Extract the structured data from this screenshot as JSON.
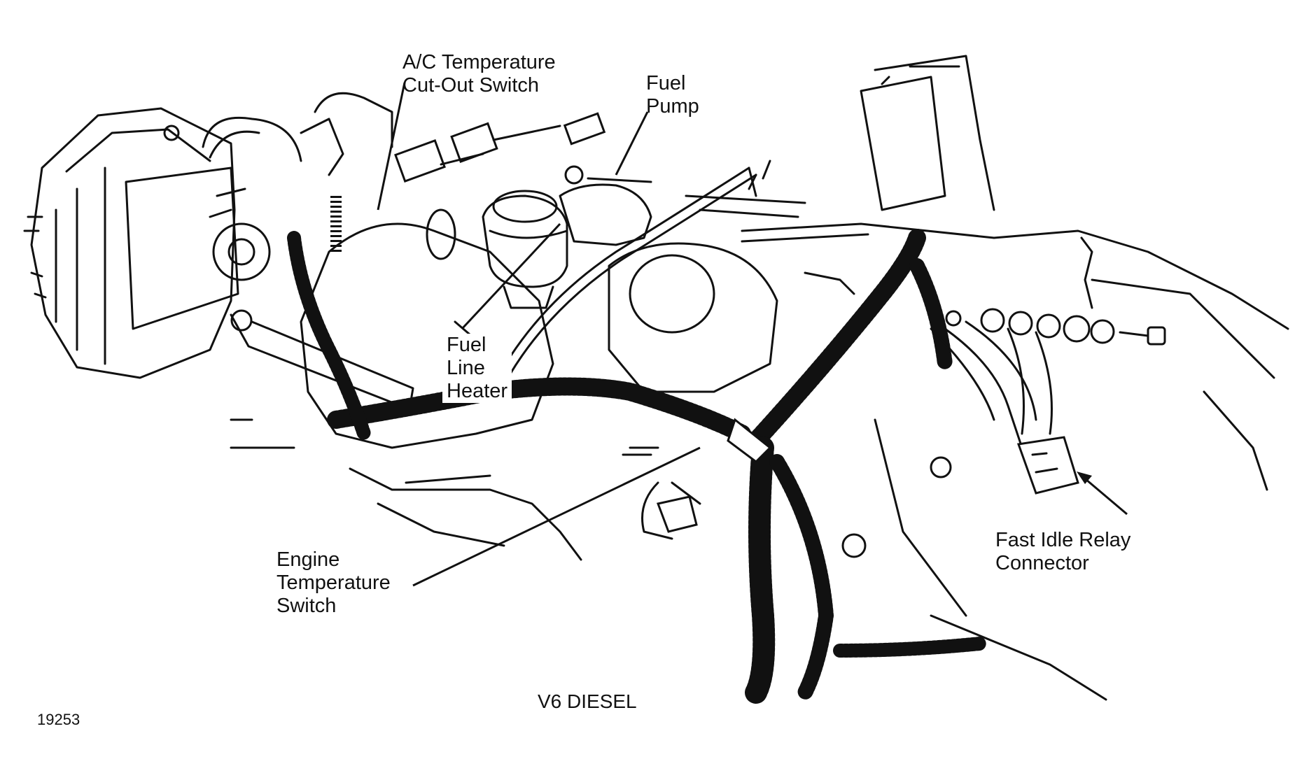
{
  "labels": {
    "ac_switch": "A/C Temperature\nCut-Out Switch",
    "fuel_pump": "Fuel\nPump",
    "fuel_line_heater": "Fuel\nLine\nHeater",
    "engine_temp_switch": "Engine\nTemperature\nSwitch",
    "fast_idle_relay": "Fast Idle Relay\nConnector"
  },
  "caption": "V6 DIESEL",
  "figure_number": "19253"
}
